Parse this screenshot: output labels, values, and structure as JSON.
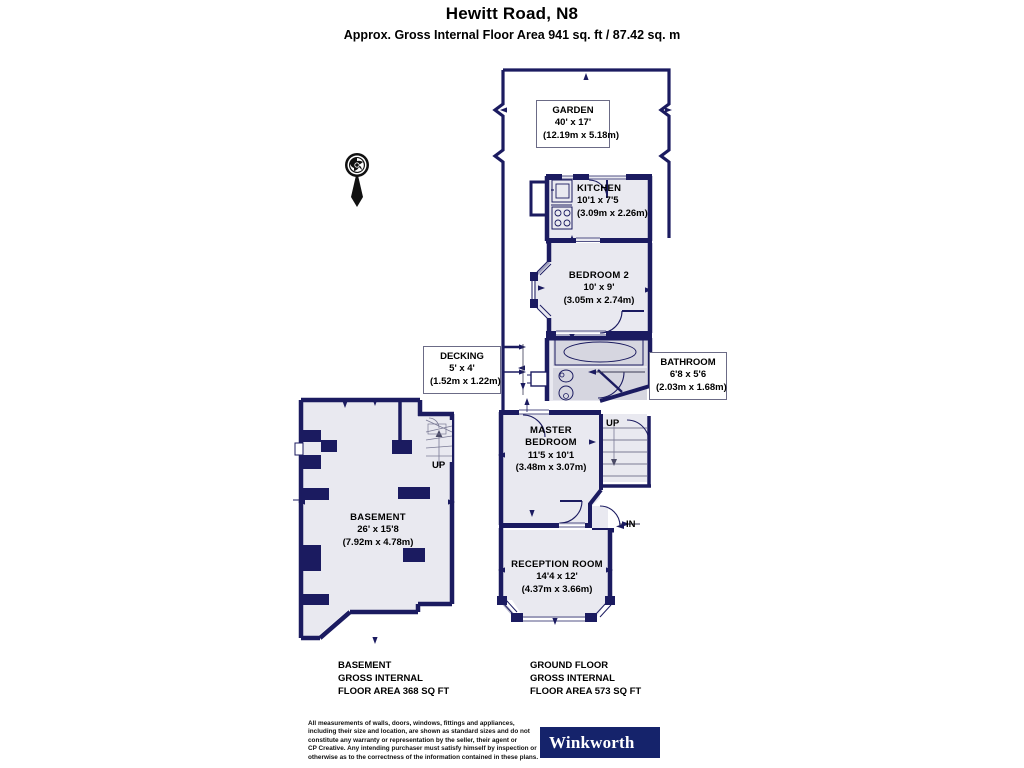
{
  "header": {
    "title": "Hewitt Road, N8",
    "subtitle": "Approx. Gross Internal Floor Area 941 sq. ft / 87.42 sq. m"
  },
  "colors": {
    "wall": "#1b1b60",
    "floor_fill": "#e9e9f0",
    "callout_border": "#6b6b86",
    "brand_bg": "#15236b",
    "brand_text": "#ffffff",
    "fixture_fill": "#d6d6e0",
    "text": "#000000"
  },
  "rooms": [
    {
      "id": "garden",
      "name": "GARDEN",
      "dim_imperial": "40' x 17'",
      "dim_metric": "(12.19m x 5.18m)",
      "floor": "ground"
    },
    {
      "id": "kitchen",
      "name": "KITCHEN",
      "dim_imperial": "10'1 x 7'5",
      "dim_metric": "(3.09m x 2.26m)",
      "floor": "ground"
    },
    {
      "id": "bedroom-2",
      "name": "BEDROOM 2",
      "dim_imperial": "10' x 9'",
      "dim_metric": "(3.05m x 2.74m)",
      "floor": "ground"
    },
    {
      "id": "bathroom",
      "name": "BATHROOM",
      "dim_imperial": "6'8 x 5'6",
      "dim_metric": "(2.03m x 1.68m)",
      "floor": "ground"
    },
    {
      "id": "decking",
      "name": "DECKING",
      "dim_imperial": "5' x 4'",
      "dim_metric": "(1.52m x 1.22m)",
      "floor": "ground"
    },
    {
      "id": "master-bedroom",
      "name_line1": "MASTER",
      "name_line2": "BEDROOM",
      "dim_imperial": "11'5 x 10'1",
      "dim_metric": "(3.48m x 3.07m)",
      "floor": "ground"
    },
    {
      "id": "reception-room",
      "name": "RECEPTION ROOM",
      "dim_imperial": "14'4 x 12'",
      "dim_metric": "(4.37m x 3.66m)",
      "floor": "ground"
    },
    {
      "id": "basement",
      "name": "BASEMENT",
      "dim_imperial": "26' x 15'8",
      "dim_metric": "(7.92m x 4.78m)",
      "floor": "basement"
    }
  ],
  "markers": {
    "stairs_up_basement": "UP",
    "stairs_up_ground": "UP",
    "entrance": "IN",
    "compass_icon": "compass-north-icon"
  },
  "floor_areas": {
    "basement": {
      "line1": "BASEMENT",
      "line2": "GROSS INTERNAL",
      "line3": "FLOOR AREA 368 SQ FT"
    },
    "ground": {
      "line1": "GROUND FLOOR",
      "line2": "GROSS INTERNAL",
      "line3": "FLOOR AREA 573 SQ FT"
    }
  },
  "footer": {
    "disclaimer_line1": "All measurements of walls, doors, windows, fittings and appliances,",
    "disclaimer_line2": "including their size and location, are shown as standard sizes and do not",
    "disclaimer_line3": "constitute any warranty or representation by the seller, their agent or",
    "disclaimer_line4": "CP Creative. Any intending purchaser must satisfy himself by inspection or",
    "disclaimer_line5": "otherwise as to the correctness of the information contained in these plans.",
    "brand": "Winkworth"
  }
}
